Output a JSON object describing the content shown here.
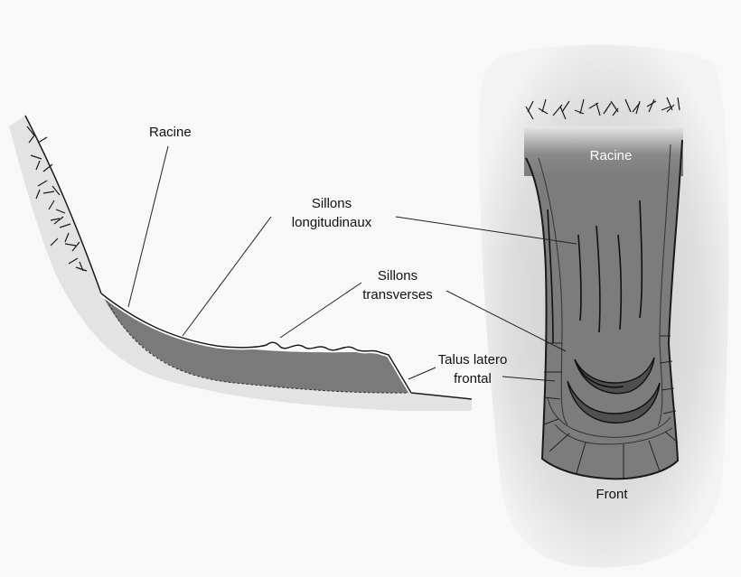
{
  "labels": {
    "cross_section": {
      "racine": "Racine",
      "sillons_longitudinaux_line1": "Sillons",
      "sillons_longitudinaux_line2": "longitudinaux",
      "sillons_transverses_line1": "Sillons",
      "sillons_transverses_line2": "transverses",
      "talus_line1": "Talus latero",
      "talus_line2": "frontal"
    },
    "plan_view": {
      "racine": "Racine",
      "front": "Front"
    }
  },
  "colors": {
    "background": "#f8f8f8",
    "slope_fill": "#e4e4e4",
    "glacier_body": "#7c7c7c",
    "glacier_dark": "#555555",
    "glacier_shadow": "#d6d6d6",
    "outline": "#1a1a1a"
  }
}
